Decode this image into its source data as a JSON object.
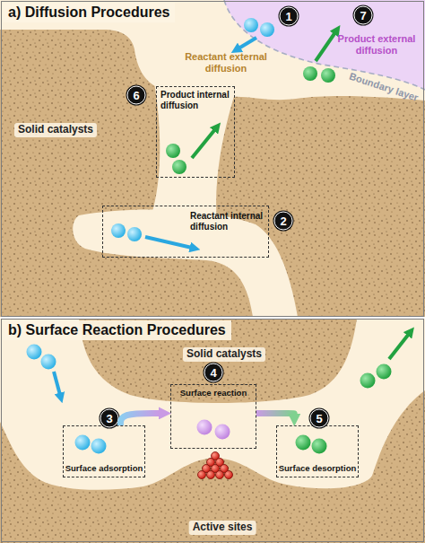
{
  "diagram": {
    "nodes": [
      {
        "text": [
          "a) Diffusion Procedures"
        ]
      },
      {
        "text": [
          "Product internal diffusion"
        ],
        "in": 0
      },
      {
        "text": [
          "Reactant internal diffusion"
        ],
        "in": 0
      },
      {
        "text": [
          "b) Surface Reaction Procedures"
        ]
      },
      {
        "text": [
          "Surface adsorption"
        ],
        "in": 3
      },
      {
        "text": [
          "Surface reaction"
        ],
        "in": 3
      },
      {
        "text": [
          "Surface desorption"
        ],
        "in": 3
      }
    ],
    "edges": [
      {
        "from": 4,
        "to": 5,
        "arrow": "to"
      },
      {
        "from": 5,
        "to": 6,
        "arrow": "to"
      }
    ],
    "labels": [
      "1",
      "Reactant external diffusion",
      "7",
      "Product external diffusion",
      "Boundary layer",
      "Solid catalysts",
      "6",
      "2",
      "Solid catalysts",
      "4",
      "3",
      "5",
      "Active sites"
    ]
  }
}
